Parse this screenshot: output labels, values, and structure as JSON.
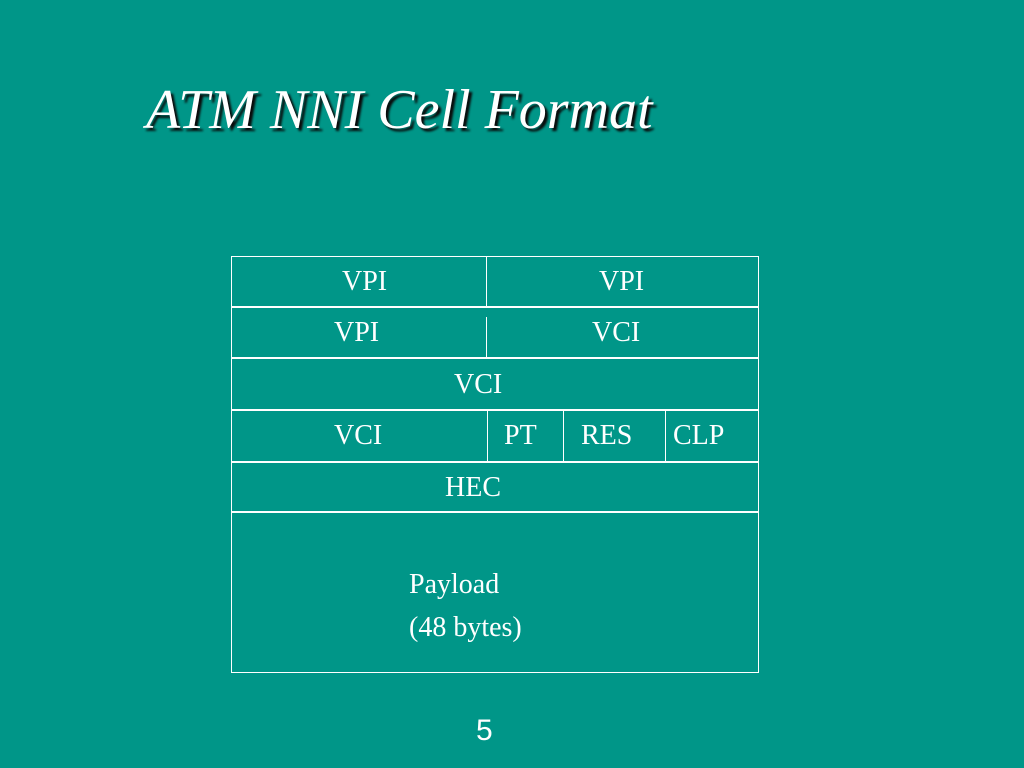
{
  "slide": {
    "title": "ATM NNI Cell Format",
    "page_number": "5"
  },
  "cell_format": {
    "row1": {
      "left": "VPI",
      "right": "VPI"
    },
    "row2": {
      "left": "VPI",
      "right": "VCI"
    },
    "row3": {
      "full": "VCI"
    },
    "row4": {
      "vci": "VCI",
      "pt": "PT",
      "res": "RES",
      "clp": "CLP"
    },
    "row5": {
      "full": "HEC"
    },
    "payload": {
      "line1": "Payload",
      "line2": "(48 bytes)"
    }
  },
  "colors": {
    "background": "#009688",
    "text": "#ffffff"
  }
}
